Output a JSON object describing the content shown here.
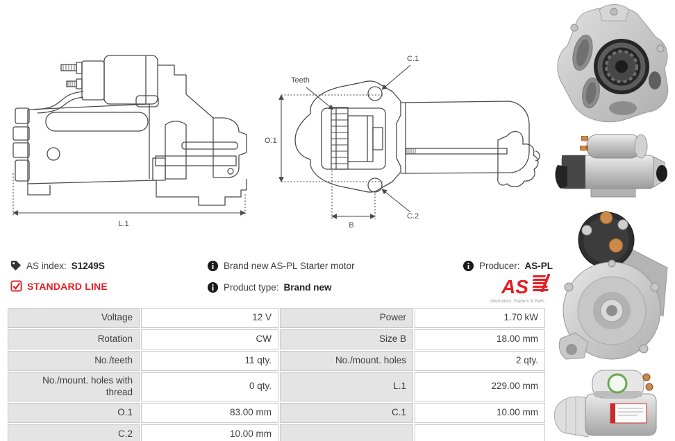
{
  "info_bar": {
    "as_index_label": "AS index:",
    "as_index_value": "S1249S",
    "standard_line_label": "STANDARD LINE",
    "brand_new_text": "Brand new AS-PL Starter motor",
    "product_type_label": "Product type:",
    "product_type_value": "Brand new",
    "producer_label": "Producer:",
    "producer_value": "AS-PL",
    "logo": {
      "text": "AS",
      "tagline": "Alternators, Starters & Parts"
    }
  },
  "drawings": {
    "side_view": {
      "l1_label": "L.1"
    },
    "front_view": {
      "teeth_label": "Teeth",
      "c1_label": "C.1",
      "c2_label": "C.2",
      "o1_label": "O.1",
      "b_label": "B"
    }
  },
  "spec_table": {
    "rows": [
      {
        "l_label": "Voltage",
        "l_value": "12 V",
        "r_label": "Power",
        "r_value": "1.70 kW"
      },
      {
        "l_label": "Rotation",
        "l_value": "CW",
        "r_label": "Size B",
        "r_value": "18.00 mm"
      },
      {
        "l_label": "No./teeth",
        "l_value": "11 qty.",
        "r_label": "No./mount. holes",
        "r_value": "2 qty."
      },
      {
        "l_label": "No./mount. holes with thread",
        "l_value": "0 qty.",
        "r_label": "L.1",
        "r_value": "229.00 mm"
      },
      {
        "l_label": "O.1",
        "l_value": "83.00 mm",
        "r_label": "C.1",
        "r_value": "10.00 mm"
      },
      {
        "l_label": "C.2",
        "l_value": "10.00 mm",
        "r_label": "",
        "r_value": ""
      }
    ]
  },
  "colors": {
    "accent_red": "#e31e24",
    "label_cell_bg": "#e4e4e4",
    "cell_border": "#c9c9c9",
    "text": "#3d3d3d",
    "drawing_line": "#4a4a4a"
  }
}
